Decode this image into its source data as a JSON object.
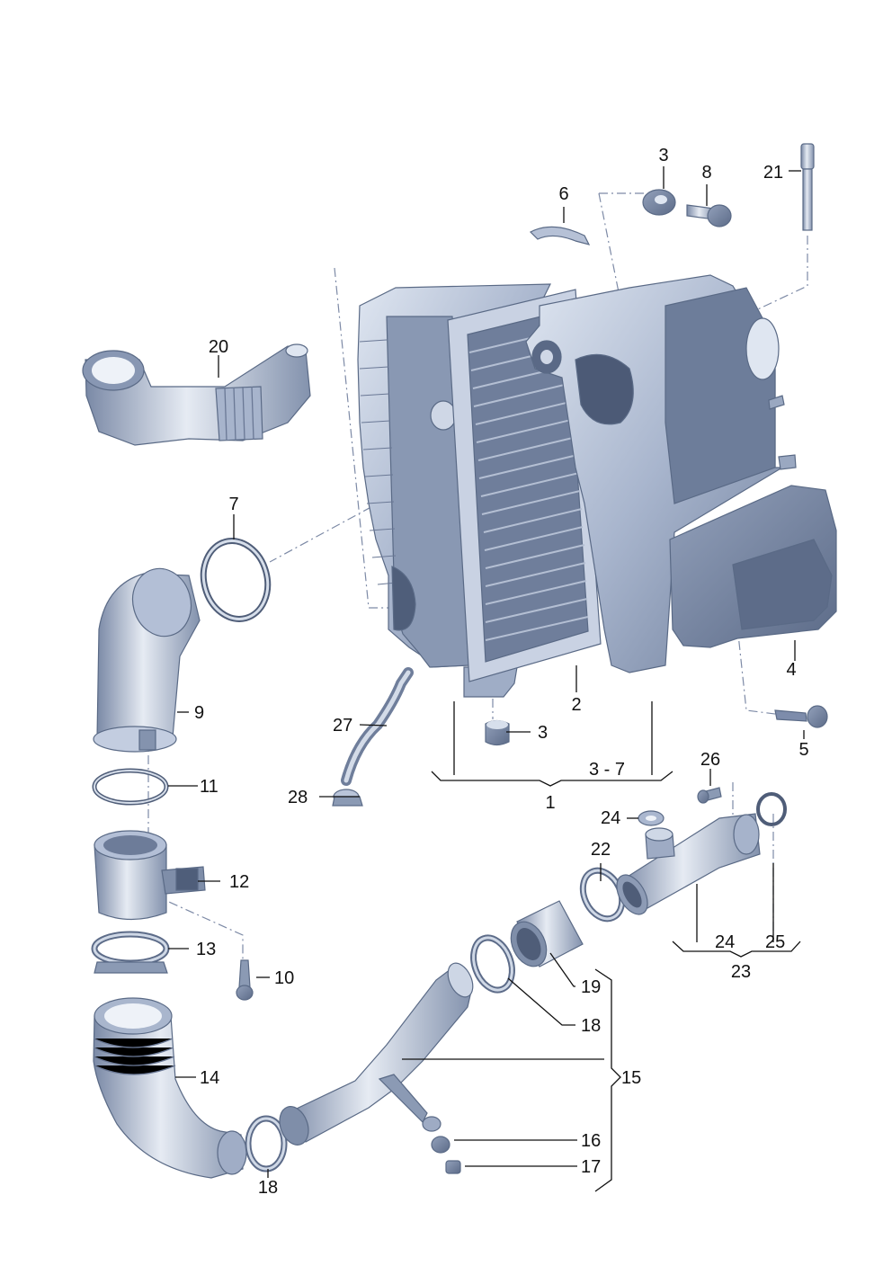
{
  "callouts": {
    "c1": "1",
    "c2": "2",
    "c3a": "3",
    "c3b": "3",
    "c3_7": "3 - 7",
    "c4": "4",
    "c5": "5",
    "c6": "6",
    "c7": "7",
    "c8": "8",
    "c9": "9",
    "c10": "10",
    "c11": "11",
    "c12": "12",
    "c13": "13",
    "c14": "14",
    "c15": "15",
    "c16": "16",
    "c17": "17",
    "c18a": "18",
    "c18b": "18",
    "c19": "19",
    "c20": "20",
    "c21": "21",
    "c22": "22",
    "c23": "23",
    "c24a": "24",
    "c24b": "24",
    "c25": "25",
    "c26": "26",
    "c27": "27",
    "c28": "28"
  },
  "colors": {
    "part_fill": "#b7c2d8",
    "part_dark": "#7f8ea9",
    "part_shadow": "#5f6f8c",
    "part_light": "#e4e9f2",
    "dash_line": "#7d8aa6",
    "text": "#111111"
  }
}
